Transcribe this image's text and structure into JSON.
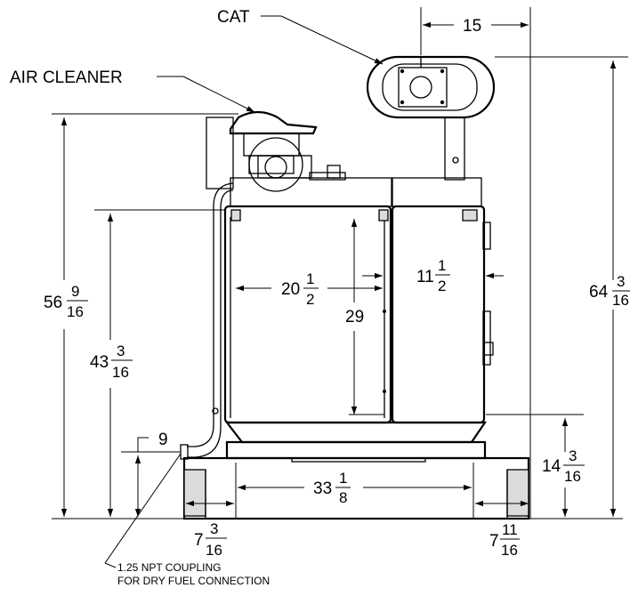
{
  "labels": {
    "cat": "CAT",
    "air_cleaner": "AIR CLEANER",
    "coupling_line1": "1.25 NPT COUPLING",
    "coupling_line2": "FOR DRY FUEL CONNECTION"
  },
  "dimensions": {
    "top_offset": "15",
    "overall_height": {
      "whole": "64",
      "num": "3",
      "den": "16"
    },
    "air_cleaner_height": {
      "whole": "56",
      "num": "9",
      "den": "16"
    },
    "tank_top_height": {
      "whole": "43",
      "num": "3",
      "den": "16"
    },
    "tank_width": {
      "whole": "20",
      "num": "1",
      "den": "2"
    },
    "tank_height": "29",
    "right_tank_width": {
      "whole": "11",
      "num": "1",
      "den": "2"
    },
    "coupling_height": "9",
    "base_height": {
      "whole": "14",
      "num": "3",
      "den": "16"
    },
    "base_inner_width": {
      "whole": "33",
      "num": "1",
      "den": "8"
    },
    "left_foot_width": {
      "whole": "7",
      "num": "3",
      "den": "16"
    },
    "right_foot_width": {
      "whole": "7",
      "num": "11",
      "den": "16"
    }
  }
}
